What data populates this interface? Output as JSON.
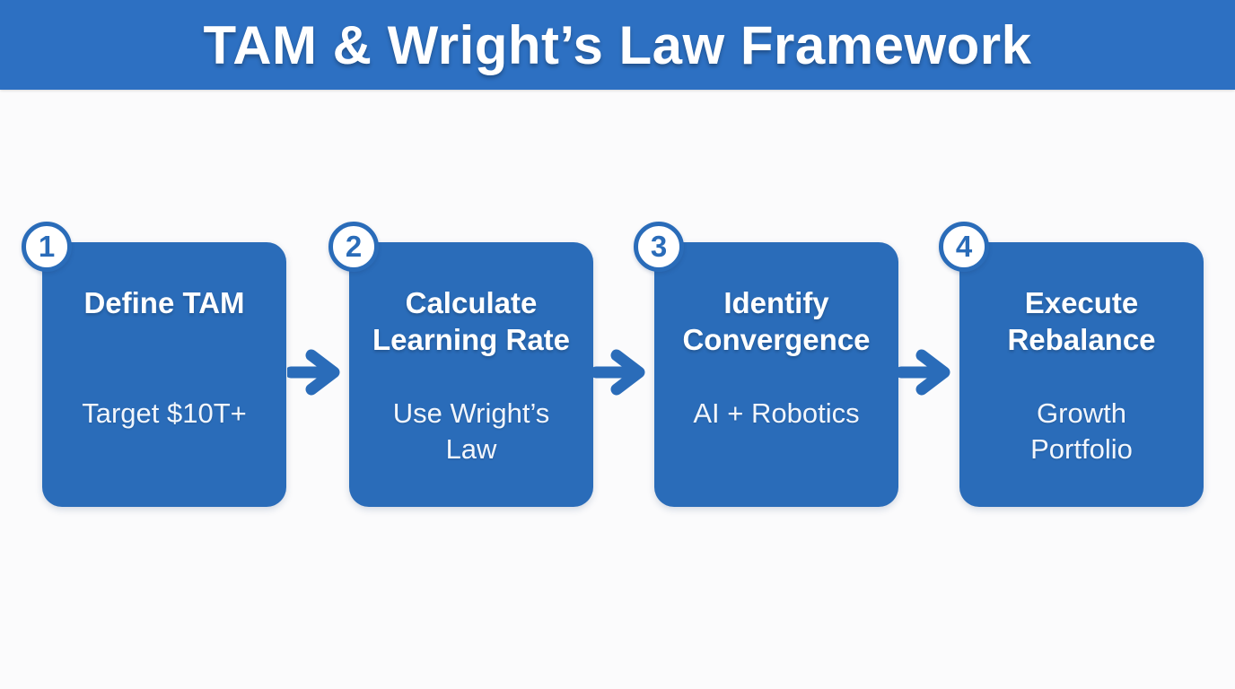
{
  "header": {
    "title": "TAM & Wright’s Law Framework"
  },
  "steps": [
    {
      "number": "1",
      "title": "Define TAM",
      "subtitle": "Target $10T+"
    },
    {
      "number": "2",
      "title": "Calculate Learning Rate",
      "subtitle": "Use Wright’s Law"
    },
    {
      "number": "3",
      "title": "Identify Convergence",
      "subtitle": "AI + Robotics"
    },
    {
      "number": "4",
      "title": "Execute Rebalance",
      "subtitle": "Growth Portfolio"
    }
  ],
  "icons": {
    "arrow": "arrow-right-icon"
  },
  "colors": {
    "header_bg": "#2d70c2",
    "card_bg": "#2a6cb9",
    "accent_blue": "#2a6cb9",
    "background": "#fbfbfc",
    "text": "#ffffff"
  }
}
